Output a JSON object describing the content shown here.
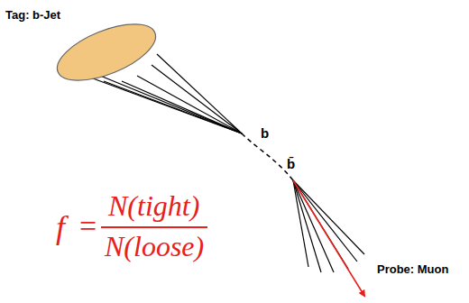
{
  "diagram": {
    "labels": [
      "Tag: b-Jet",
      "b",
      "b̄",
      "Probe: Muon",
      "f",
      "=",
      "N(tight)",
      "N(loose)"
    ]
  }
}
